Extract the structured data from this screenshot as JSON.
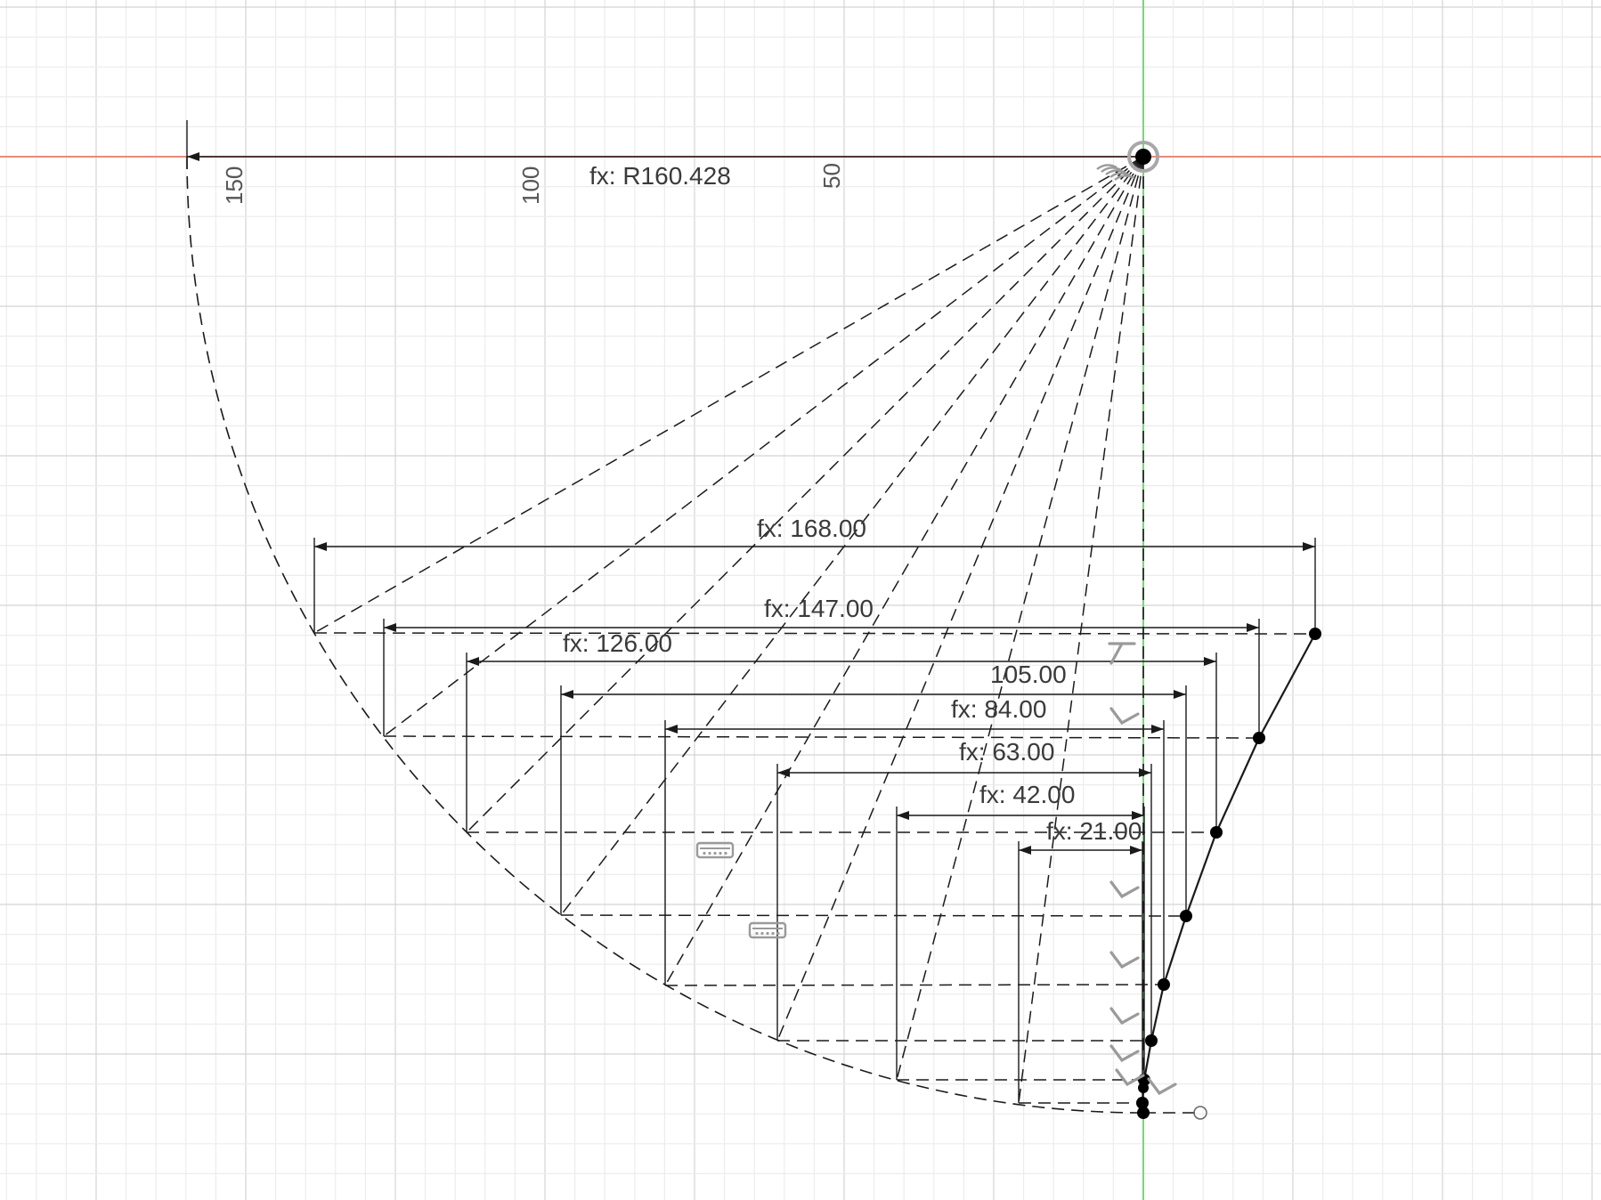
{
  "colors": {
    "background": "#ffffff",
    "grid_minor": "#ececec",
    "grid_major": "#d4d4d4",
    "x_axis": "#e88a7a",
    "y_axis": "#7ed27e",
    "sketch_line": "#1a1a1a",
    "point": "#000000",
    "constraint_icon": "#9a9a9a"
  },
  "ruler": {
    "labels": [
      "150",
      "100",
      "50"
    ]
  },
  "radius_dimension": {
    "label": "fx: R160.428"
  },
  "dimensions": [
    {
      "label": "fx: 168.00"
    },
    {
      "label": "fx: 147.00"
    },
    {
      "label": "fx: 126.00"
    },
    {
      "label": "105.00"
    },
    {
      "label": "fx: 84.00"
    },
    {
      "label": "fx: 63.00"
    },
    {
      "label": "fx: 42.00"
    },
    {
      "label": "fx: 21.00"
    }
  ],
  "icons": {
    "origin": "origin-point-icon",
    "horizontal_constraint": "horizontal-constraint-icon",
    "perpendicular_constraint": "perpendicular-constraint-icon",
    "coincident_constraint": "coincident-constraint-icon"
  }
}
